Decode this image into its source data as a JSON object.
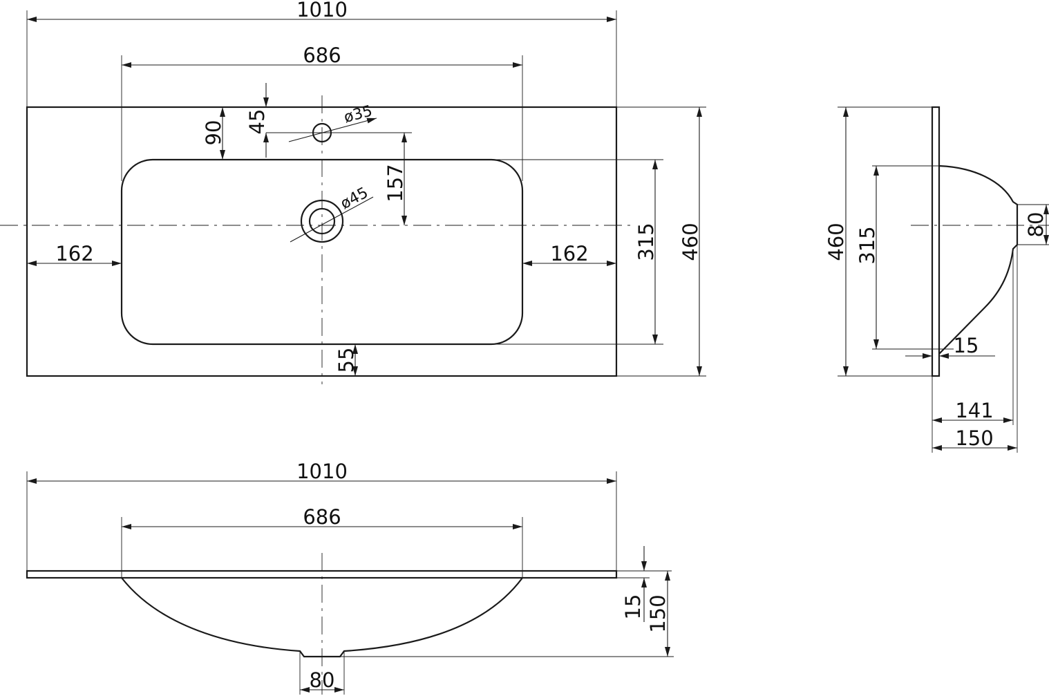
{
  "colors": {
    "line": "#1a1a1a",
    "background": "#ffffff"
  },
  "top_view": {
    "overall_width": "1010",
    "bowl_width": "686",
    "hole_offset": "45",
    "edge_to_bowl": "90",
    "tap_hole_diameter": "ø35",
    "tap_to_drain": "157",
    "drain_diameter": "ø45",
    "side_margin_left": "162",
    "side_margin_right": "162",
    "bowl_depth": "315",
    "overall_depth": "460",
    "front_margin": "55"
  },
  "side_view": {
    "overall_depth": "460",
    "bowl_depth": "315",
    "drain_width": "80",
    "slab_thickness": "15",
    "bowl_height": "141",
    "overall_height": "150"
  },
  "front_view": {
    "overall_width": "1010",
    "bowl_width": "686",
    "slab_thickness": "15",
    "overall_height": "150",
    "drain_width": "80"
  }
}
